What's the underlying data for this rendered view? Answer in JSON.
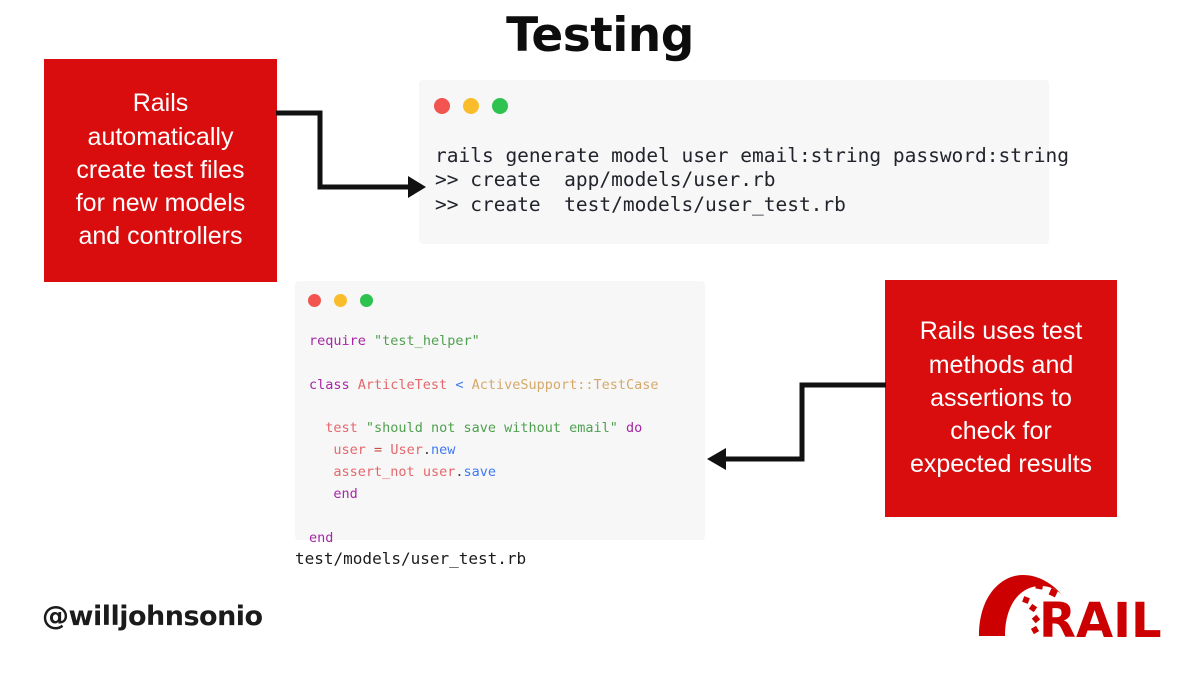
{
  "slide": {
    "title": "Testing",
    "handle": "@willjohnsonio",
    "caption": "test/models/user_test.rb",
    "accent_red": "#d90d0d",
    "logo_red": "#cc0000",
    "panel_bg": "#f7f7f8"
  },
  "callouts": {
    "left": {
      "lines": [
        "Rails",
        "automatically",
        "create test files",
        "for new models",
        "and controllers"
      ]
    },
    "right": {
      "lines": [
        "Rails uses test",
        "methods and",
        "assertions to",
        "check for",
        "expected results"
      ]
    }
  },
  "terminal": {
    "dots": [
      "red-dot",
      "amber-dot",
      "green-dot"
    ],
    "lines": [
      "rails generate model user email:string password:string",
      ">> create  app/models/user.rb",
      ">> create  test/models/user_test.rb"
    ]
  },
  "code_panel": {
    "dots": [
      "red-dot",
      "amber-dot",
      "green-dot"
    ],
    "lines": [
      {
        "tokens": [
          {
            "t": "require",
            "c": "kw"
          },
          {
            "t": " ",
            "c": "plain"
          },
          {
            "t": "\"test_helper\"",
            "c": "str"
          }
        ]
      },
      {
        "tokens": []
      },
      {
        "tokens": [
          {
            "t": "class",
            "c": "kw"
          },
          {
            "t": " ",
            "c": "plain"
          },
          {
            "t": "ArticleTest",
            "c": "cls"
          },
          {
            "t": " ",
            "c": "plain"
          },
          {
            "t": "<",
            "c": "op"
          },
          {
            "t": " ",
            "c": "plain"
          },
          {
            "t": "ActiveSupport::TestCase",
            "c": "const"
          }
        ]
      },
      {
        "tokens": []
      },
      {
        "tokens": [
          {
            "t": "  ",
            "c": "plain"
          },
          {
            "t": "test",
            "c": "meth"
          },
          {
            "t": " ",
            "c": "plain"
          },
          {
            "t": "\"should not save without email\"",
            "c": "str"
          },
          {
            "t": " ",
            "c": "plain"
          },
          {
            "t": "do",
            "c": "kw"
          }
        ]
      },
      {
        "tokens": [
          {
            "t": "   ",
            "c": "plain"
          },
          {
            "t": "user",
            "c": "var"
          },
          {
            "t": " ",
            "c": "plain"
          },
          {
            "t": "=",
            "c": "eq"
          },
          {
            "t": " ",
            "c": "plain"
          },
          {
            "t": "User",
            "c": "cls"
          },
          {
            "t": ".",
            "c": "plain"
          },
          {
            "t": "new",
            "c": "fn"
          }
        ]
      },
      {
        "tokens": [
          {
            "t": "   ",
            "c": "plain"
          },
          {
            "t": "assert_not",
            "c": "meth"
          },
          {
            "t": " ",
            "c": "plain"
          },
          {
            "t": "user",
            "c": "var"
          },
          {
            "t": ".",
            "c": "plain"
          },
          {
            "t": "save",
            "c": "fn"
          }
        ]
      },
      {
        "tokens": [
          {
            "t": "   ",
            "c": "plain"
          },
          {
            "t": "end",
            "c": "kw"
          }
        ]
      },
      {
        "tokens": []
      },
      {
        "tokens": [
          {
            "t": "end",
            "c": "kw"
          }
        ]
      }
    ]
  },
  "arrows": {
    "left": {
      "name": "arrow-callout-to-terminal",
      "direction": "right"
    },
    "right": {
      "name": "arrow-callout-to-code",
      "direction": "left"
    }
  },
  "logo": {
    "name": "rails-logo",
    "text": "RAILS"
  }
}
